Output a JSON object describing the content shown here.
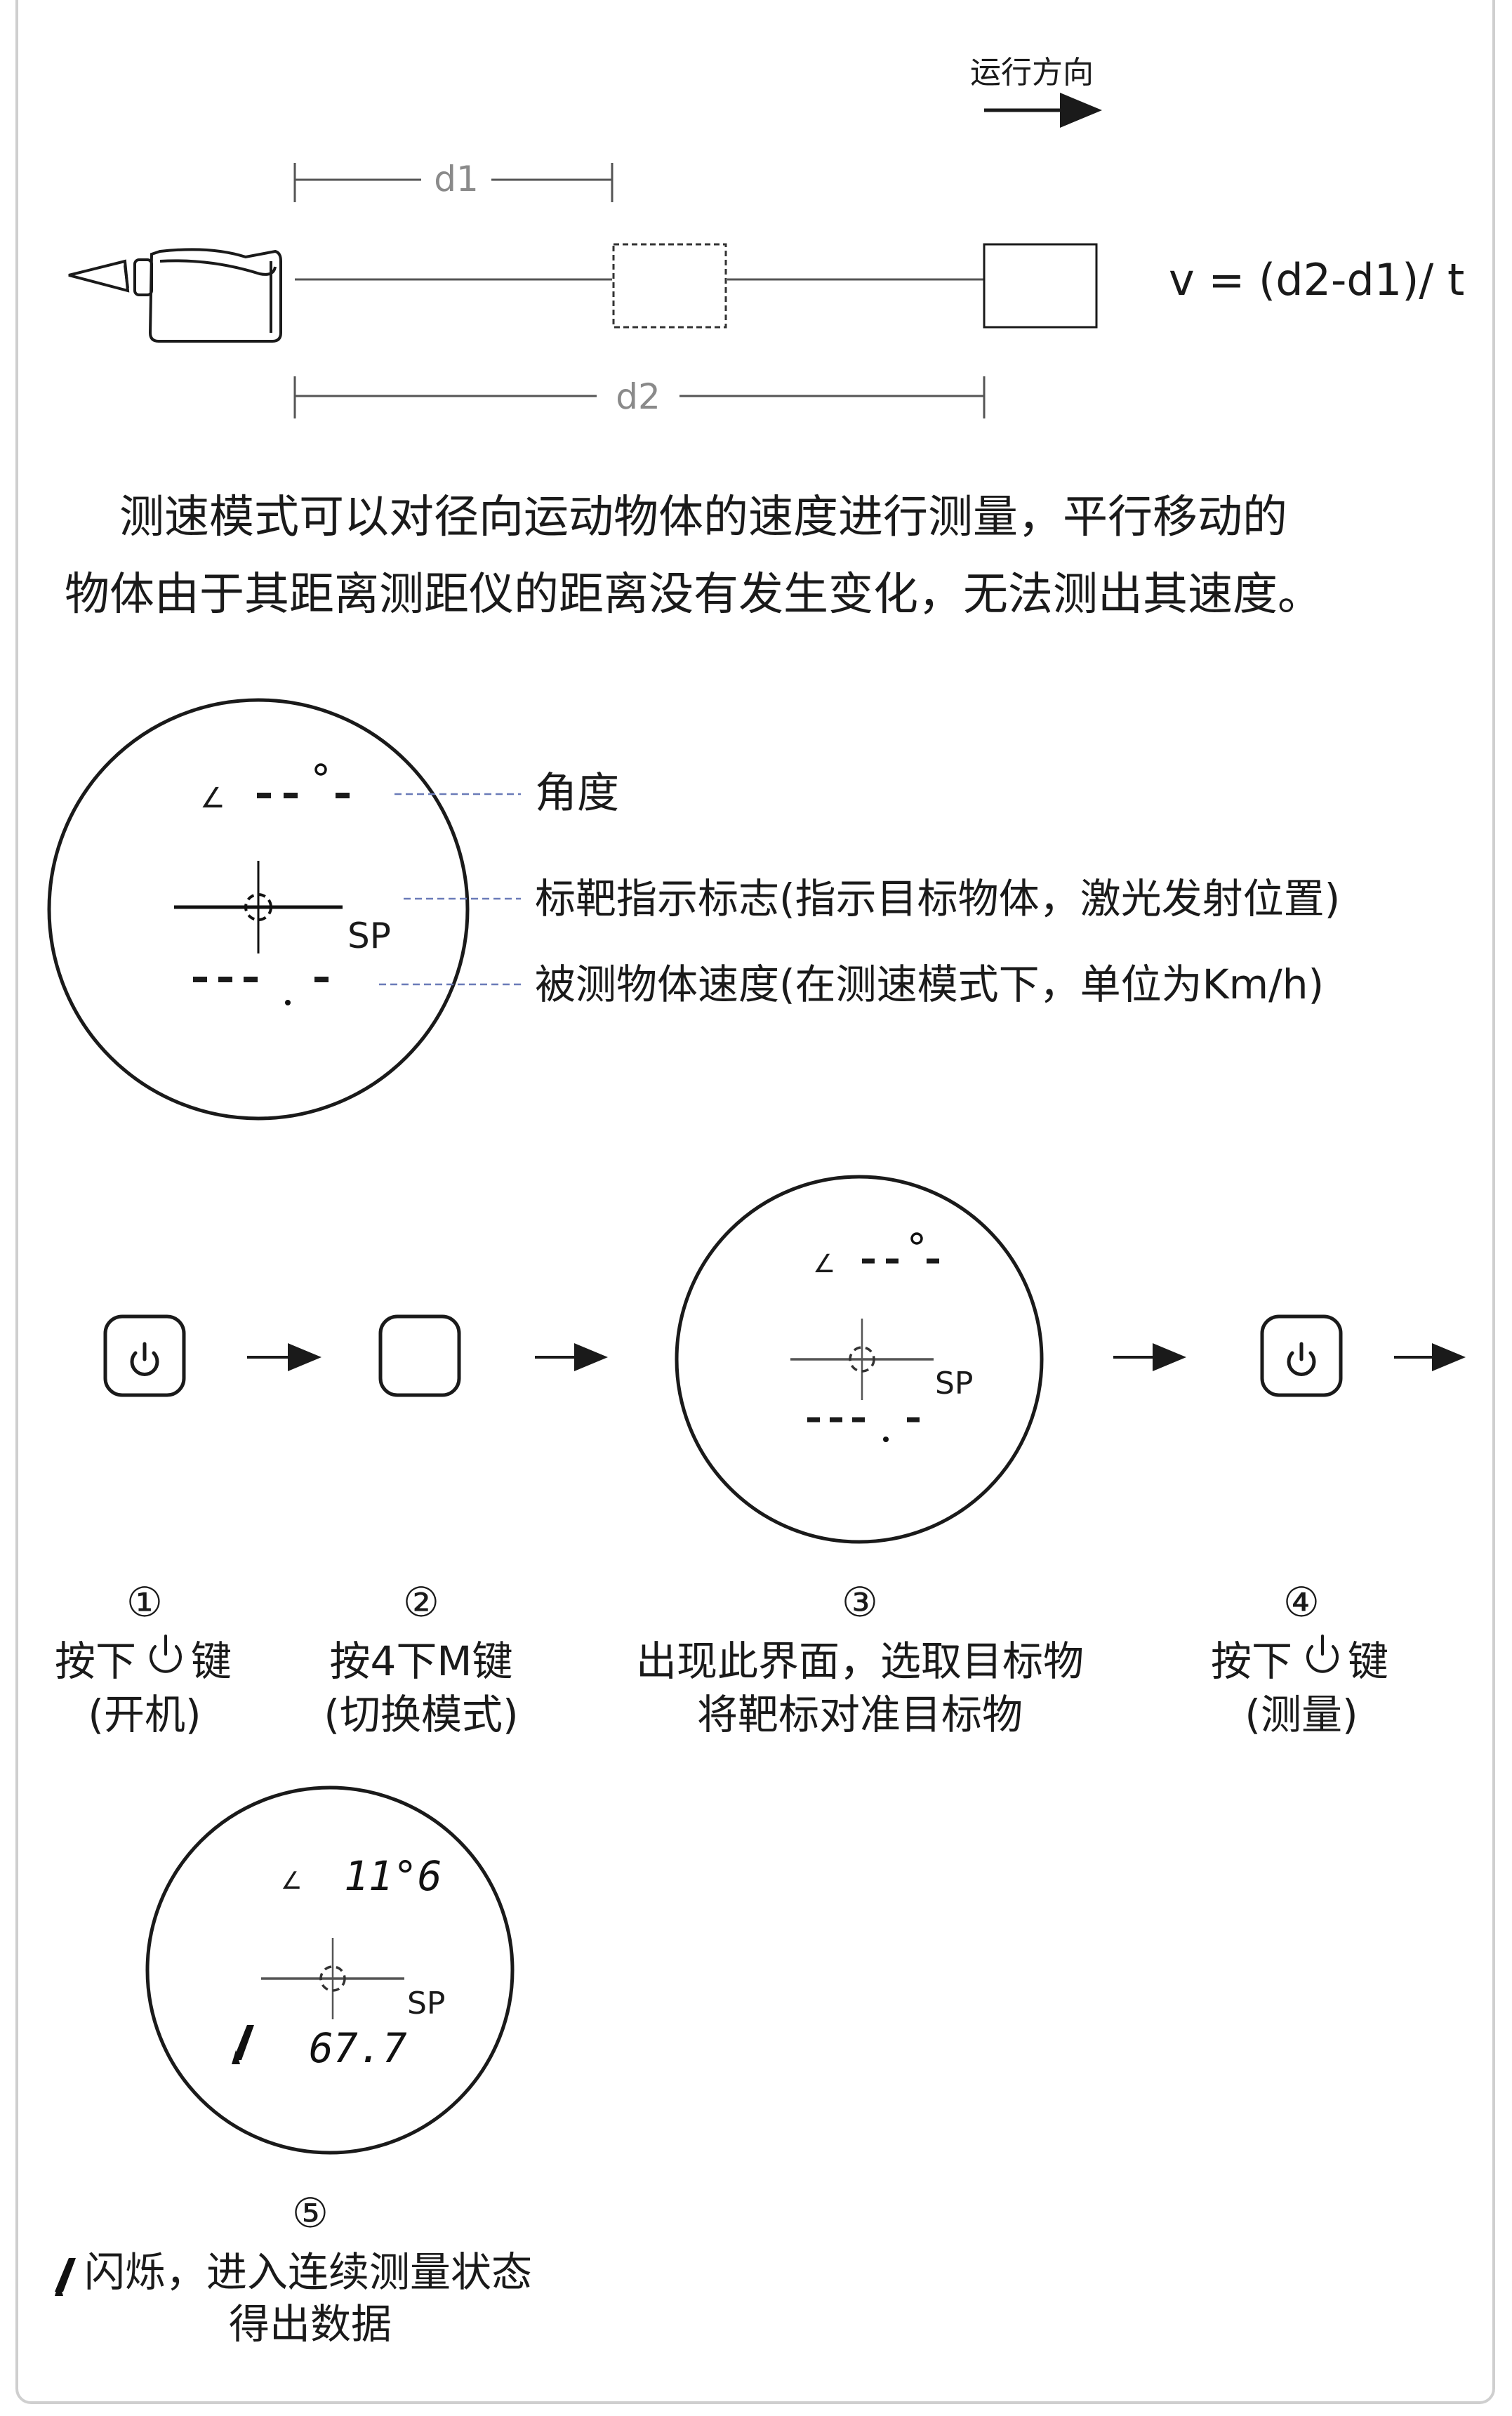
{
  "speed_diagram": {
    "direction_label": "运行方向",
    "d1_label": "d1",
    "d2_label": "d2",
    "formula": "v = (d2-d1)/ t"
  },
  "description": {
    "line1": "测速模式可以对径向运动物体的速度进行测量，平行移动的",
    "line2": "物体由于其距离测距仪的距离没有发生变化，无法测出其速度。"
  },
  "display_callouts": {
    "angle": "角度",
    "target_indicator": "标靶指示标志(指示目标物体，激光发射位置)",
    "speed": "被测物体速度(在测速模式下，单位为Km/h)"
  },
  "display": {
    "mode": "SP",
    "angle_placeholder": "--°-",
    "speed_placeholder": "---.-",
    "angle_symbol": "∠"
  },
  "steps": [
    {
      "number": "①",
      "line1_a": "按下",
      "line1_b": "键",
      "line2": "(开机)"
    },
    {
      "number": "②",
      "line1": "按4下M键",
      "line2": "(切换模式)"
    },
    {
      "number": "③",
      "line1": "出现此界面，选取目标物",
      "line2": "将靶标对准目标物"
    },
    {
      "number": "④",
      "line1_a": "按下",
      "line1_b": "键",
      "line2": "(测量)"
    },
    {
      "number": "⑤",
      "line1": "闪烁，进入连续测量状态",
      "line2": "得出数据"
    }
  ],
  "result_display": {
    "angle_value": "11°6",
    "speed_value": "67.7",
    "mode": "SP"
  }
}
